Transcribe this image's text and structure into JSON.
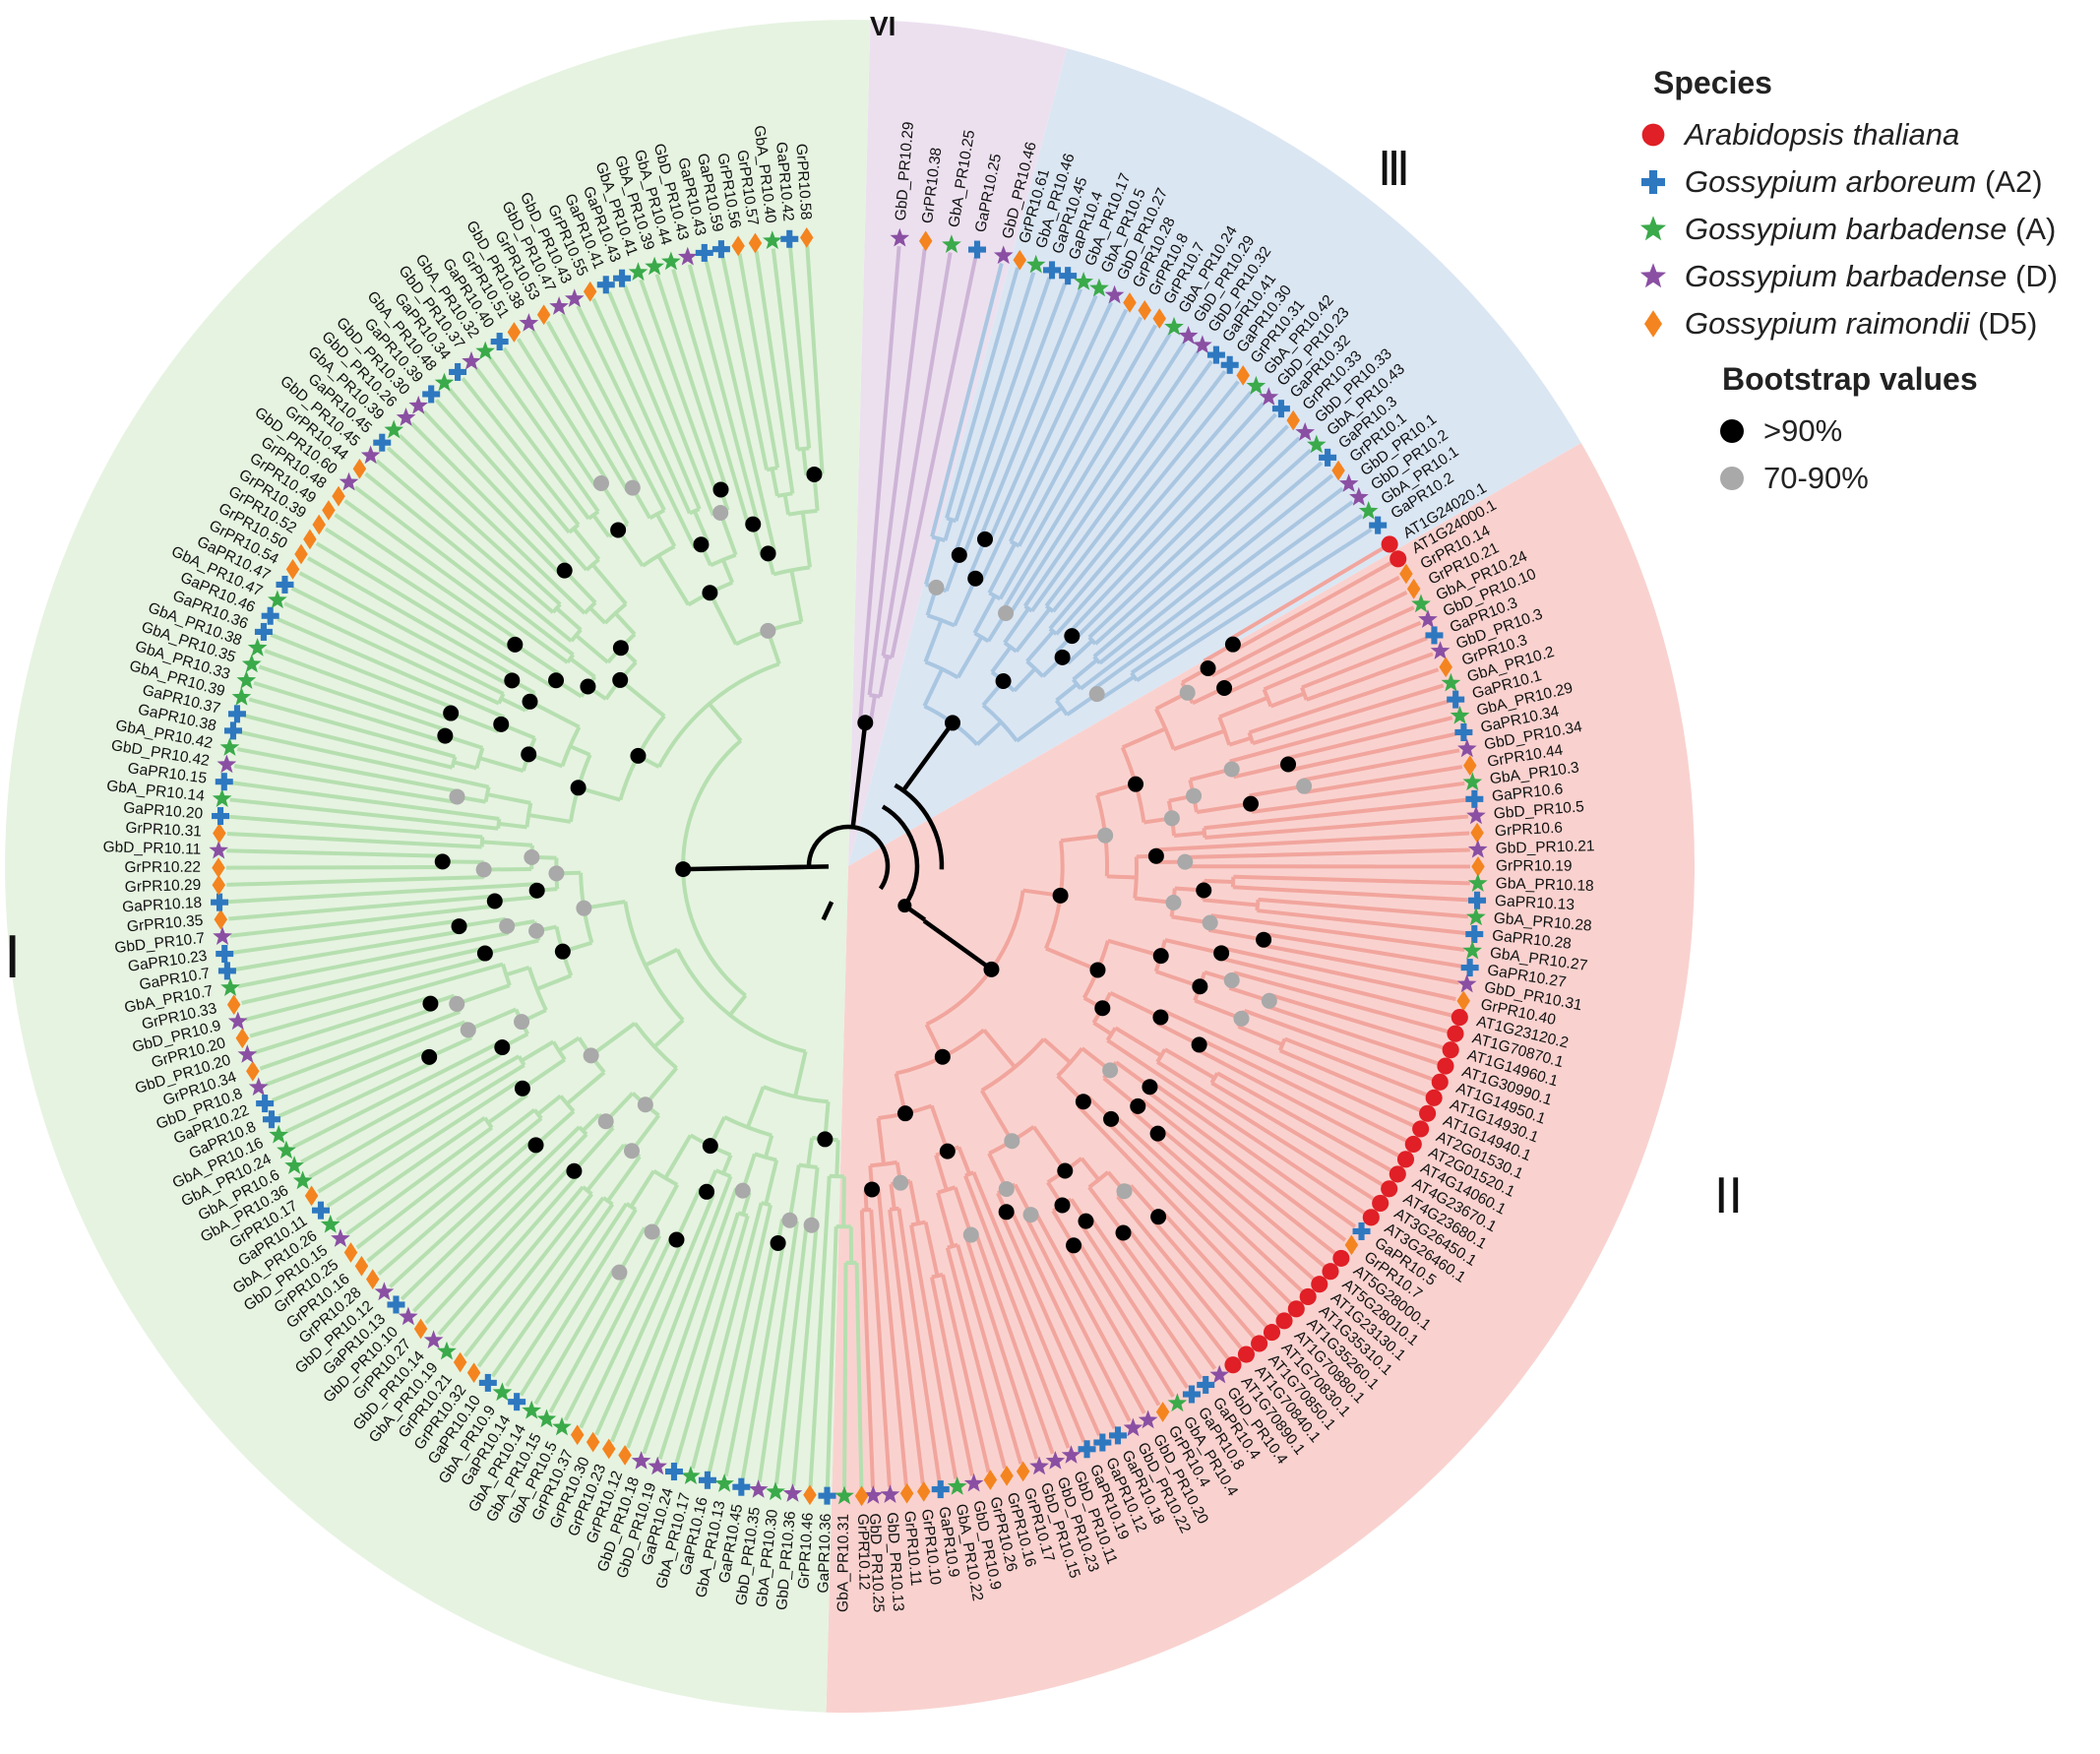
{
  "clades": [
    {
      "id": "I",
      "label": "I",
      "color": "#e6f3e1",
      "stroke": "#b6dfb0"
    },
    {
      "id": "II",
      "label": "II",
      "color": "#f9d2cf",
      "stroke": "#f1a59d"
    },
    {
      "id": "III",
      "label": "Ⅲ",
      "color": "#dbe6f3",
      "stroke": "#a9c6e1"
    },
    {
      "id": "VI",
      "label": "VI",
      "color": "#ece0ef",
      "stroke": "#cdb4d6"
    }
  ],
  "species_colors": {
    "at": "#e01f26",
    "ga": "#2e78c0",
    "gba": "#3aaa4a",
    "gbd": "#8a4fa3",
    "gr": "#f4841f"
  },
  "legend": {
    "species_title": "Species",
    "species": [
      {
        "key": "at",
        "icon": "circle",
        "name": "Arabidopsis thaliana",
        "suffix": ""
      },
      {
        "key": "ga",
        "icon": "cross",
        "name": "Gossypium arboreum",
        "suffix": "(A2)"
      },
      {
        "key": "gba",
        "icon": "star",
        "name": "Gossypium barbadense",
        "suffix": "(A)"
      },
      {
        "key": "gbd",
        "icon": "star",
        "name": "Gossypium barbadense",
        "suffix": "(D)"
      },
      {
        "key": "gr",
        "icon": "diamond",
        "name": "Gossypium raimondii",
        "suffix": "(D5)"
      }
    ],
    "bootstrap_title": "Bootstrap values",
    "bootstrap": [
      {
        "label": ">90%",
        "color": "#000000"
      },
      {
        "label": "70-90%",
        "color": "#a9a9a9"
      }
    ]
  },
  "leaves": {
    "III": [
      "GbD_PR10.46",
      "GrPR10.61",
      "GbA_PR10.46",
      "GaPR10.45",
      "GaPR10.4",
      "GbA_PR10.17",
      "GbA_PR10.5",
      "GbD_PR10.27",
      "GrPR10.28",
      "GrPR10.8",
      "GrPR10.7",
      "GbA_PR10.24",
      "GbD_PR10.29",
      "GbD_PR10.32",
      "GaPR10.41",
      "GaPR10.30",
      "GrPR10.31",
      "GbA_PR10.42",
      "GbD_PR10.23",
      "GaPR10.32",
      "GrPR10.33",
      "GbD_PR10.33",
      "GbA_PR10.43",
      "GaPR10.3",
      "GrPR10.1",
      "GbD_PR10.1",
      "GbD_PR10.2",
      "GbA_PR10.1",
      "GaPR10.2"
    ],
    "II": [
      "AT1G24020.1",
      "AT1G24000.1",
      "GrPR10.14",
      "GrPR10.21",
      "GbA_PR10.24",
      "GbD_PR10.10",
      "GaPR10.3",
      "GbD_PR10.3",
      "GrPR10.3",
      "GbA_PR10.2",
      "GaPR10.1",
      "GbA_PR10.29",
      "GaPR10.34",
      "GbD_PR10.34",
      "GrPR10.44",
      "GbA_PR10.3",
      "GaPR10.6",
      "GbD_PR10.5",
      "GrPR10.6",
      "GbD_PR10.21",
      "GrPR10.19",
      "GbA_PR10.18",
      "GaPR10.13",
      "GbA_PR10.28",
      "GaPR10.28",
      "GbA_PR10.27",
      "GaPR10.27",
      "GbD_PR10.31",
      "GrPR10.40",
      "AT1G23120.2",
      "AT1G70870.1",
      "AT1G14960.1",
      "AT1G30990.1",
      "AT1G14950.1",
      "AT1G14930.1",
      "AT1G14940.1",
      "AT2G01530.1",
      "AT2G01520.1",
      "AT4G14060.1",
      "AT4G23670.1",
      "AT4G23680.1",
      "AT3G26450.1",
      "AT3G26460.1",
      "GaPR10.5",
      "GrPR10.7",
      "AT5G28000.1",
      "AT5G28010.1",
      "AT1G23130.1",
      "AT1G35310.1",
      "AT1G35260.1",
      "AT1G70880.1",
      "AT1G70830.1",
      "AT1G70850.1",
      "AT1G70840.1",
      "AT1G70890.1",
      "GbD_PR10.4",
      "GaPR10.4",
      "GaPR10.8",
      "GbA_PR10.4",
      "GrPR10.4",
      "GbD_PR10.20",
      "GbD_PR10.22",
      "GaPR10.18",
      "GaPR10.12",
      "GaPR10.19",
      "GbD_PR10.11",
      "GbD_PR10.23",
      "GbD_PR10.15",
      "GrPR10.17",
      "GrPR10.16",
      "GrPR10.26",
      "GbD_PR10.9",
      "GbA_PR10.22",
      "GaPR10.9",
      "GrPR10.10",
      "GrPR10.11",
      "GbD_PR10.13",
      "GbD_PR10.25"
    ],
    "I": [
      "GrPR10.12",
      "GbA_PR10.31",
      "GaPR10.36",
      "GrPR10.46",
      "GbD_PR10.36",
      "GbA_PR10.30",
      "GbD_PR10.35",
      "GaPR10.45",
      "GbA_PR10.13",
      "GaPR10.16",
      "GbA_PR10.17",
      "GaPR10.24",
      "GbD_PR10.19",
      "GbD_PR10.18",
      "GrPR10.12",
      "GrPR10.23",
      "GrPR10.30",
      "GrPR10.37",
      "GbA_PR10.5",
      "GbA_PR10.15",
      "GbA_PR10.14",
      "GaPR10.14",
      "GbA_PR10.9",
      "GaPR10.10",
      "GrPR10.32",
      "GrPR10.21",
      "GbA_PR10.19",
      "GbD_PR10.14",
      "GrPR10.27",
      "GbD_PR10.10",
      "GaPR10.13",
      "GbD_PR10.12",
      "GrPR10.28",
      "GrPR10.16",
      "GrPR10.25",
      "GbD_PR10.15",
      "GbA_PR10.26",
      "GaPR10.11",
      "GrPR10.17",
      "GbA_PR10.36",
      "GbA_PR10.6",
      "GbA_PR10.24",
      "GbA_PR10.16",
      "GaPR10.8",
      "GaPR10.22",
      "GbD_PR10.8",
      "GrPR10.34",
      "GbD_PR10.20",
      "GrPR10.20",
      "GbD_PR10.9",
      "GrPR10.33",
      "GbA_PR10.7",
      "GaPR10.7",
      "GaPR10.23",
      "GbD_PR10.7",
      "GrPR10.35",
      "GaPR10.18",
      "GrPR10.29",
      "GrPR10.22",
      "GbD_PR10.11",
      "GrPR10.31",
      "GaPR10.20",
      "GbA_PR10.14",
      "GaPR10.15",
      "GbD_PR10.42",
      "GbA_PR10.42",
      "GaPR10.38",
      "GaPR10.37",
      "GbA_PR10.39",
      "GbA_PR10.33",
      "GbA_PR10.35",
      "GbA_PR10.38",
      "GaPR10.36",
      "GaPR10.46",
      "GbA_PR10.47",
      "GaPR10.47",
      "GrPR10.54",
      "GrPR10.50",
      "GrPR10.52",
      "GrPR10.39",
      "GrPR10.49",
      "GrPR10.48",
      "GbD_PR10.60",
      "GrPR10.44",
      "GbD_PR10.45",
      "GaPR10.45",
      "GbA_PR10.39",
      "GbD_PR10.26",
      "GbD_PR10.30",
      "GaPR10.39",
      "GbA_PR10.48",
      "GaPR10.34",
      "GbD_PR10.37",
      "GbA_PR10.32",
      "GaPR10.40",
      "GrPR10.51",
      "GbD_PR10.38",
      "GrPR10.53",
      "GbD_PR10.47",
      "GbD_PR10.43",
      "GrPR10.55",
      "GaPR10.41",
      "GaPR10.43",
      "GbA_PR10.41",
      "GbA_PR10.39",
      "GbA_PR10.44",
      "GbD_PR10.43",
      "GaPR10.43",
      "GaPR10.59",
      "GrPR10.56",
      "GrPR10.57",
      "GbA_PR10.40",
      "GaPR10.42",
      "GrPR10.58"
    ],
    "VI": [
      "GbD_PR10.29",
      "GrPR10.38",
      "GbA_PR10.25",
      "GaPR10.25"
    ]
  }
}
